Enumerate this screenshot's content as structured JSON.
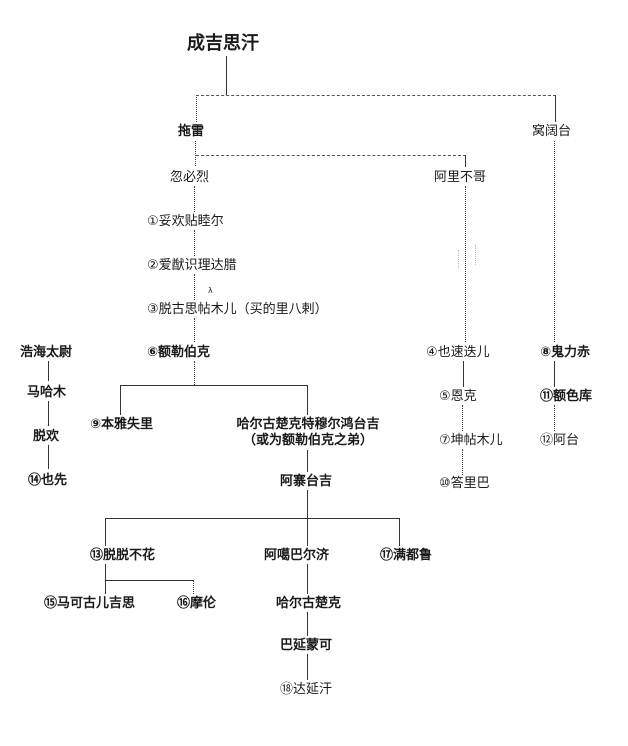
{
  "diagram": {
    "type": "genealogy-tree",
    "root": "成吉思汗",
    "nodes": {
      "chengjisihan": "成吉思汗",
      "tuolei": "拖雷",
      "wokuotai": "窝阔台",
      "hubilie": "忽必烈",
      "alibuge": "阿里不哥",
      "n1": "①妥欢贴睦尔",
      "n2": "②爱猷识理达腊",
      "n3": "③脱古思帖木儿（买的里八剌）",
      "n3_annotation": "λ",
      "n6": "⑥额勒伯克",
      "n4": "④也速迭儿",
      "n5": "⑤恩克",
      "n7": "⑦坤帖木儿",
      "n10": "⑩答里巴",
      "n8": "⑧鬼力赤",
      "n11": "⑪额色库",
      "n12": "⑫阿台",
      "haohai": "浩海太尉",
      "mahamu": "马哈木",
      "tuohuan": "脱欢",
      "n14": "⑭也先",
      "n9": "⑨本雅失里",
      "haerguchuke_line1": "哈尔古楚克特穆尔鸿台吉",
      "haerguchuke_line2": "（或为额勒伯克之弟）",
      "asaitaiji": "阿寨台吉",
      "n13": "⑬脱脱不花",
      "agbarji": "阿噶巴尔济",
      "n17": "⑰满都鲁",
      "n15": "⑮马可古儿吉思",
      "n16": "⑯摩伦",
      "haerguchuke": "哈尔古楚克",
      "bayanmengke": "巴延蒙可",
      "n18": "⑱达延汗"
    }
  }
}
